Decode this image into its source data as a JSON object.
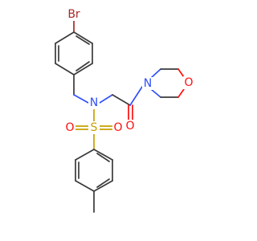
{
  "molecule": {
    "atoms": {
      "br": {
        "symbol": "Br",
        "color": "#a62929"
      },
      "n_amide": {
        "symbol": "N",
        "color": "#3050f8"
      },
      "o_morph": {
        "symbol": "O",
        "color": "#ff0d0d"
      },
      "n_sulf": {
        "symbol": "N",
        "color": "#3050f8"
      },
      "o_carbonyl": {
        "symbol": "O",
        "color": "#ff0d0d"
      },
      "s": {
        "symbol": "S",
        "color": "#c8a000"
      },
      "o_s1": {
        "symbol": "O",
        "color": "#ff0d0d"
      },
      "o_s2": {
        "symbol": "O",
        "color": "#ff0d0d"
      }
    }
  }
}
